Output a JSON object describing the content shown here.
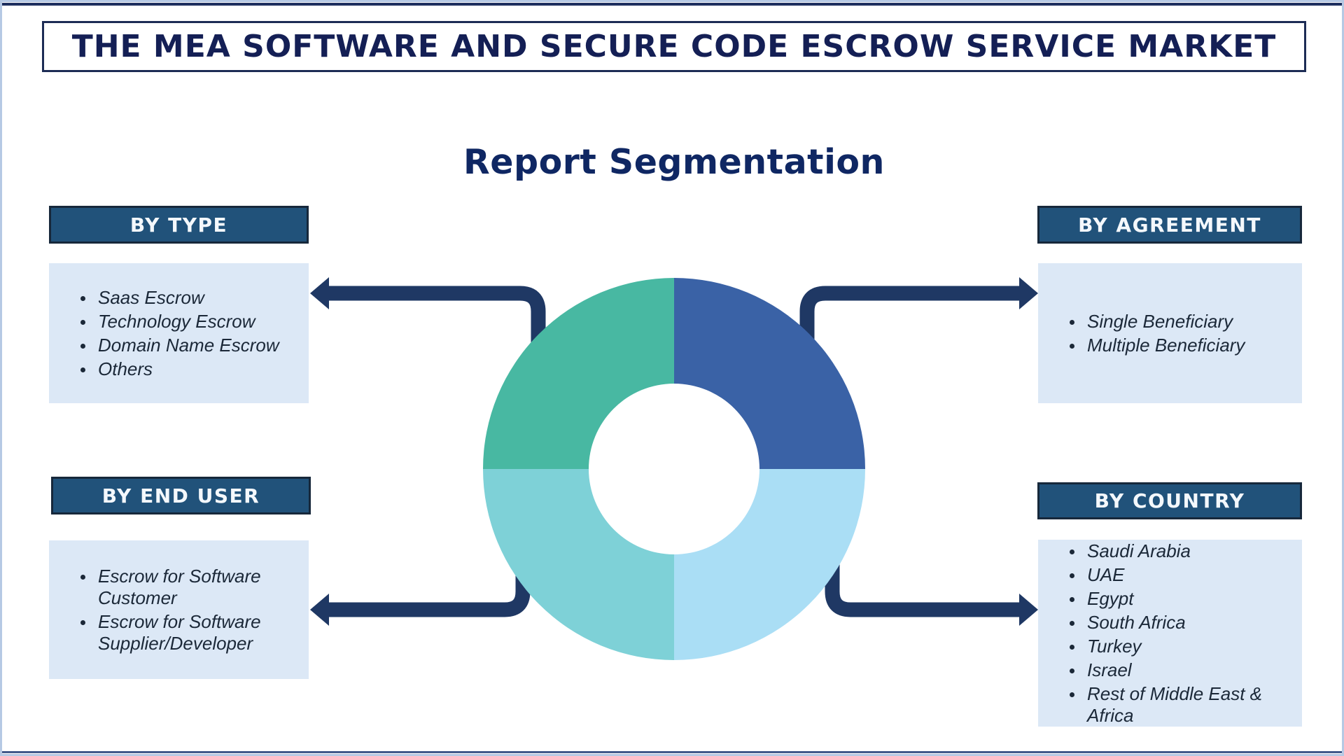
{
  "header": {
    "title": "THE MEA SOFTWARE AND SECURE CODE ESCROW SERVICE MARKET"
  },
  "subtitle": "Report Segmentation",
  "segments": {
    "type": {
      "label": "BY TYPE",
      "items": [
        "Saas Escrow",
        "Technology Escrow",
        "Domain Name Escrow",
        "Others"
      ]
    },
    "agreement": {
      "label": "BY AGREEMENT",
      "items": [
        "Single Beneficiary",
        "Multiple Beneficiary"
      ]
    },
    "end_user": {
      "label": "BY END USER",
      "items": [
        "Escrow for Software Customer",
        "Escrow for Software Supplier/Developer"
      ]
    },
    "country": {
      "label": "BY COUNTRY",
      "items": [
        "Saudi Arabia",
        "UAE",
        "Egypt",
        "South Africa",
        "Turkey",
        "Israel",
        "Rest of Middle East & Africa"
      ]
    }
  },
  "chart_data": {
    "type": "pie",
    "subtype": "donut",
    "title": "Report Segmentation",
    "legend_position": "none",
    "segments": [
      {
        "position": "top-right",
        "value": 25,
        "color": "#3a62a6"
      },
      {
        "position": "bottom-right",
        "value": 25,
        "color": "#aadef5"
      },
      {
        "position": "bottom-left",
        "value": 25,
        "color": "#7ed1d7"
      },
      {
        "position": "top-left",
        "value": 25,
        "color": "#48b8a2"
      }
    ]
  },
  "colors": {
    "arrow": "#1f3864",
    "header_box_fill": "#21527a",
    "header_box_border": "#17283b",
    "list_box_fill": "#dce8f6",
    "frame": "#b6c9e4",
    "title_text": "#141f55"
  }
}
